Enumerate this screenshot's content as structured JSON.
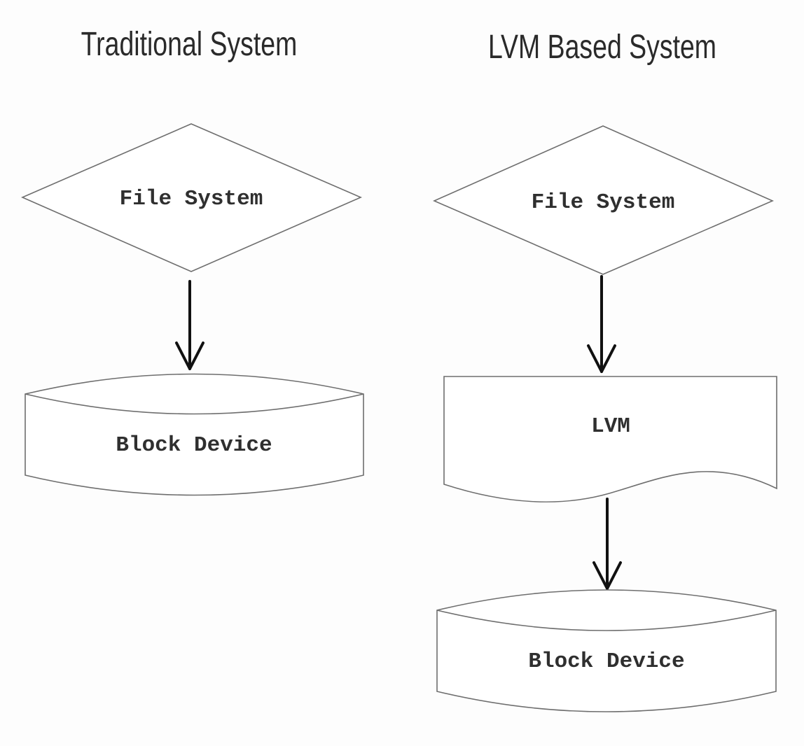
{
  "diagrams": {
    "traditional": {
      "title": "Traditional System",
      "file_system": "File System",
      "block_device": "Block Device"
    },
    "lvm": {
      "title": "LVM Based System",
      "file_system": "File System",
      "lvm": "LVM",
      "block_device": "Block Device"
    }
  },
  "colors": {
    "background": "#fdfdfd",
    "outline": "#6e6e6e",
    "arrow": "#111111",
    "text": "#2f2f2f"
  }
}
